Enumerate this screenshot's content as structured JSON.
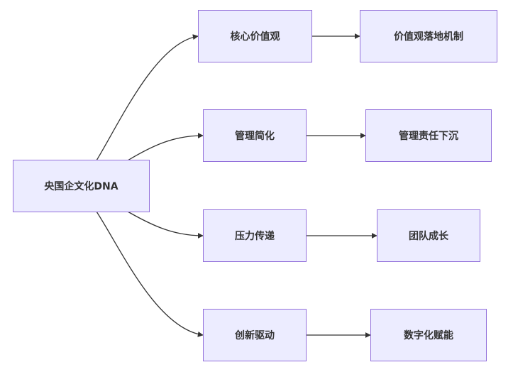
{
  "colors": {
    "node_fill": "#ECECFF",
    "node_border": "#9370DB",
    "edge": "#333333",
    "text": "#333333"
  },
  "nodes": {
    "root": {
      "label": "央国企文化DNA"
    },
    "core_values": {
      "label": "核心价值观"
    },
    "values_landing": {
      "label": "价值观落地机制"
    },
    "mgmt_simplify": {
      "label": "管理简化"
    },
    "mgmt_sink": {
      "label": "管理责任下沉"
    },
    "pressure": {
      "label": "压力传递"
    },
    "team_growth": {
      "label": "团队成长"
    },
    "innovation": {
      "label": "创新驱动"
    },
    "digital": {
      "label": "数字化赋能"
    }
  },
  "edges": [
    {
      "from": "root",
      "to": "core_values"
    },
    {
      "from": "root",
      "to": "mgmt_simplify"
    },
    {
      "from": "root",
      "to": "pressure"
    },
    {
      "from": "root",
      "to": "innovation"
    },
    {
      "from": "core_values",
      "to": "values_landing"
    },
    {
      "from": "mgmt_simplify",
      "to": "mgmt_sink"
    },
    {
      "from": "pressure",
      "to": "team_growth"
    },
    {
      "from": "innovation",
      "to": "digital"
    }
  ]
}
